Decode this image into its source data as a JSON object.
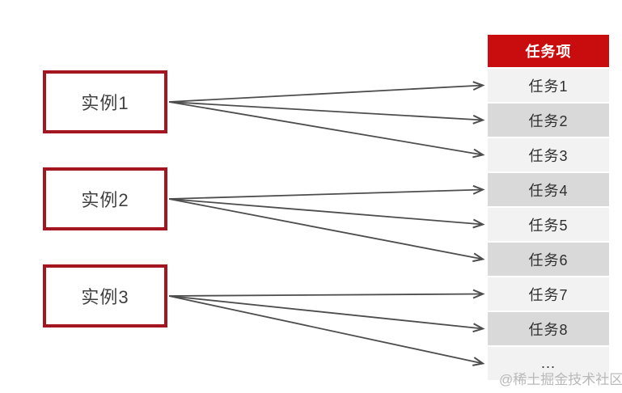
{
  "instances": [
    {
      "label": "实例1"
    },
    {
      "label": "实例2"
    },
    {
      "label": "实例3"
    }
  ],
  "task_table": {
    "header": "任务项",
    "rows": [
      "任务1",
      "任务2",
      "任务3",
      "任务4",
      "任务5",
      "任务6",
      "任务7",
      "任务8",
      "..."
    ]
  },
  "edges": [
    {
      "from": 0,
      "to": 0
    },
    {
      "from": 0,
      "to": 1
    },
    {
      "from": 0,
      "to": 2
    },
    {
      "from": 1,
      "to": 3
    },
    {
      "from": 1,
      "to": 4
    },
    {
      "from": 1,
      "to": 5
    },
    {
      "from": 2,
      "to": 6
    },
    {
      "from": 2,
      "to": 7
    },
    {
      "from": 2,
      "to": 8
    }
  ],
  "watermark": "@稀土掘金技术社区",
  "colors": {
    "header_bg": "#C90D0E",
    "header_text": "#FFFFFF",
    "box_border": "#A3161F",
    "row_light": "#F2F2F2",
    "row_dark": "#D9D9D9",
    "arrow": "#4D4D4D",
    "label_text": "#3F3F3F",
    "watermark_text": "#B9B9B9"
  }
}
